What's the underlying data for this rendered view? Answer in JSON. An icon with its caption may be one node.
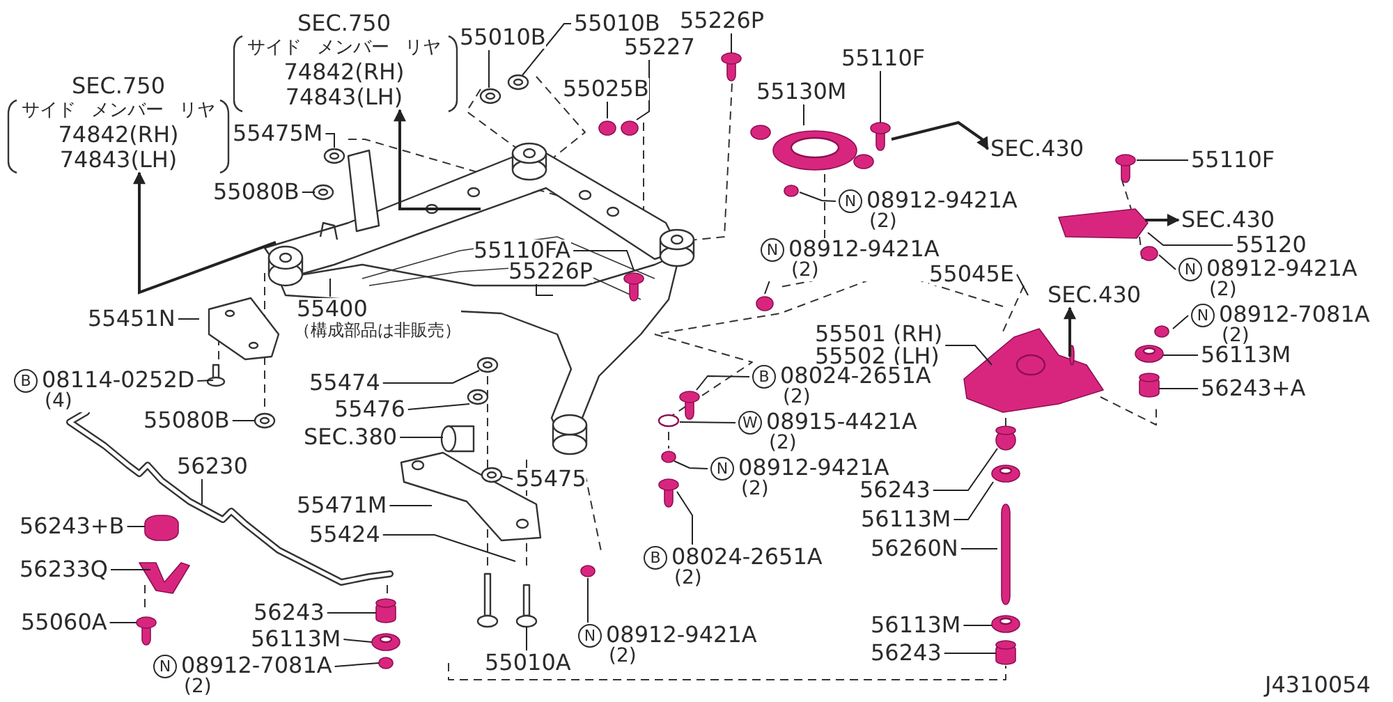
{
  "diagram": {
    "nodes": [
      {
        "text": [
          "SEC.750",
          "サイド メンバー リヤ",
          "74842(RH)",
          "74843(LH)"
        ]
      },
      {
        "text": [
          "SEC.750",
          "サイド メンバー リヤ",
          "74842(RH)",
          "74843(LH)"
        ]
      },
      {
        "text": [
          "55475M"
        ]
      },
      {
        "text": [
          "55080B"
        ]
      },
      {
        "text": [
          "55010B"
        ]
      },
      {
        "text": [
          "55010B"
        ]
      },
      {
        "text": [
          "55226P"
        ]
      },
      {
        "text": [
          "55227"
        ]
      },
      {
        "text": [
          "55025B"
        ]
      },
      {
        "text": [
          "55110F"
        ]
      },
      {
        "text": [
          "55130M"
        ]
      },
      {
        "text": [
          "SEC.430"
        ]
      },
      {
        "text": [
          "N",
          "08912-9421A",
          "(2)"
        ]
      },
      {
        "text": [
          "55110F"
        ]
      },
      {
        "text": [
          "SEC.430"
        ]
      },
      {
        "text": [
          "55120"
        ]
      },
      {
        "text": [
          "55110FA"
        ]
      },
      {
        "text": [
          "N",
          "08912-9421A",
          "(2)"
        ]
      },
      {
        "text": [
          "N",
          "08912-9421A",
          "(2)"
        ]
      },
      {
        "text": [
          "55226P"
        ]
      },
      {
        "text": [
          "55045E"
        ]
      },
      {
        "text": [
          "SEC.430"
        ]
      },
      {
        "text": [
          "55400",
          "（構成部品は非販売）"
        ]
      },
      {
        "text": [
          "N",
          "08912-7081A",
          "(2)"
        ]
      },
      {
        "text": [
          "55451N"
        ]
      },
      {
        "text": [
          "55501 (RH)",
          "55502 (LH)"
        ]
      },
      {
        "text": [
          "56113M"
        ]
      },
      {
        "text": [
          "B",
          "08024-2651A",
          "(2)"
        ]
      },
      {
        "text": [
          "B",
          "08114-0252D",
          "(4)"
        ]
      },
      {
        "text": [
          "55474"
        ]
      },
      {
        "text": [
          "56243+A"
        ]
      },
      {
        "text": [
          "55476"
        ]
      },
      {
        "text": [
          "55080B"
        ]
      },
      {
        "text": [
          "W",
          "08915-4421A",
          "(2)"
        ]
      },
      {
        "text": [
          "SEC.380"
        ]
      },
      {
        "text": [
          "56230"
        ]
      },
      {
        "text": [
          "N",
          "08912-9421A",
          "(2)"
        ]
      },
      {
        "text": [
          "55475"
        ]
      },
      {
        "text": [
          "56243"
        ]
      },
      {
        "text": [
          "55471M"
        ]
      },
      {
        "text": [
          "56113M"
        ]
      },
      {
        "text": [
          "56243+B"
        ]
      },
      {
        "text": [
          "55424"
        ]
      },
      {
        "text": [
          "56260N"
        ]
      },
      {
        "text": [
          "B",
          "08024-2651A",
          "(2)"
        ]
      },
      {
        "text": [
          "56233Q"
        ]
      },
      {
        "text": [
          "56243"
        ]
      },
      {
        "text": [
          "55060A"
        ]
      },
      {
        "text": [
          "56113M"
        ]
      },
      {
        "text": [
          "N",
          "08912-9421A",
          "(2)"
        ]
      },
      {
        "text": [
          "56113M"
        ]
      },
      {
        "text": [
          "56243"
        ]
      },
      {
        "text": [
          "55010A"
        ]
      },
      {
        "text": [
          "N",
          "08912-7081A",
          "(2)"
        ]
      }
    ],
    "edges": [
      {
        "from": null,
        "to": 0,
        "arrow": "to"
      },
      {
        "from": null,
        "to": 1,
        "arrow": "to"
      },
      {
        "from": 2,
        "to": null,
        "arrow": "none"
      },
      {
        "from": 3,
        "to": null,
        "arrow": "none"
      },
      {
        "from": 4,
        "to": null,
        "arrow": "none"
      },
      {
        "from": 5,
        "to": null,
        "arrow": "none"
      },
      {
        "from": 6,
        "to": null,
        "arrow": "none"
      },
      {
        "from": 7,
        "to": null,
        "arrow": "none"
      },
      {
        "from": 8,
        "to": null,
        "arrow": "none"
      },
      {
        "from": 9,
        "to": null,
        "arrow": "none"
      },
      {
        "from": 10,
        "to": null,
        "arrow": "none"
      },
      {
        "from": null,
        "to": 11,
        "arrow": "to"
      },
      {
        "from": 12,
        "to": null,
        "arrow": "none"
      },
      {
        "from": 13,
        "to": null,
        "arrow": "none"
      },
      {
        "from": null,
        "to": 14,
        "arrow": "to"
      },
      {
        "from": 15,
        "to": null,
        "arrow": "none"
      },
      {
        "from": 16,
        "to": null,
        "arrow": "none"
      },
      {
        "from": 17,
        "to": null,
        "arrow": "none"
      },
      {
        "from": 18,
        "to": null,
        "arrow": "none"
      },
      {
        "from": 19,
        "to": null,
        "arrow": "none"
      },
      {
        "from": 20,
        "to": null,
        "arrow": "none"
      },
      {
        "from": null,
        "to": 21,
        "arrow": "to"
      },
      {
        "from": 22,
        "to": null,
        "arrow": "none"
      },
      {
        "from": 23,
        "to": null,
        "arrow": "none"
      },
      {
        "from": 24,
        "to": null,
        "arrow": "none"
      },
      {
        "from": 25,
        "to": null,
        "arrow": "none"
      },
      {
        "from": 26,
        "to": null,
        "arrow": "none"
      },
      {
        "from": 27,
        "to": null,
        "arrow": "none"
      },
      {
        "from": 28,
        "to": null,
        "arrow": "none"
      },
      {
        "from": 29,
        "to": null,
        "arrow": "none"
      },
      {
        "from": 30,
        "to": null,
        "arrow": "none"
      },
      {
        "from": 31,
        "to": null,
        "arrow": "none"
      },
      {
        "from": 32,
        "to": null,
        "arrow": "none"
      },
      {
        "from": 33,
        "to": null,
        "arrow": "none"
      },
      {
        "from": 34,
        "to": null,
        "arrow": "none"
      },
      {
        "from": 35,
        "to": null,
        "arrow": "none"
      },
      {
        "from": 36,
        "to": null,
        "arrow": "none"
      },
      {
        "from": 37,
        "to": null,
        "arrow": "none"
      },
      {
        "from": 38,
        "to": null,
        "arrow": "none"
      },
      {
        "from": 39,
        "to": null,
        "arrow": "none"
      },
      {
        "from": 40,
        "to": null,
        "arrow": "none"
      },
      {
        "from": 41,
        "to": null,
        "arrow": "none"
      },
      {
        "from": 42,
        "to": null,
        "arrow": "none"
      },
      {
        "from": 43,
        "to": null,
        "arrow": "none"
      },
      {
        "from": 44,
        "to": null,
        "arrow": "none"
      },
      {
        "from": 45,
        "to": null,
        "arrow": "none"
      },
      {
        "from": 46,
        "to": null,
        "arrow": "none"
      },
      {
        "from": 47,
        "to": null,
        "arrow": "none"
      },
      {
        "from": 48,
        "to": null,
        "arrow": "none"
      },
      {
        "from": 49,
        "to": null,
        "arrow": "none"
      },
      {
        "from": 50,
        "to": null,
        "arrow": "none"
      },
      {
        "from": 51,
        "to": null,
        "arrow": "none"
      },
      {
        "from": 52,
        "to": null,
        "arrow": "none"
      },
      {
        "from": 53,
        "to": null,
        "arrow": "none"
      }
    ],
    "labels": [
      "J4310054"
    ]
  }
}
